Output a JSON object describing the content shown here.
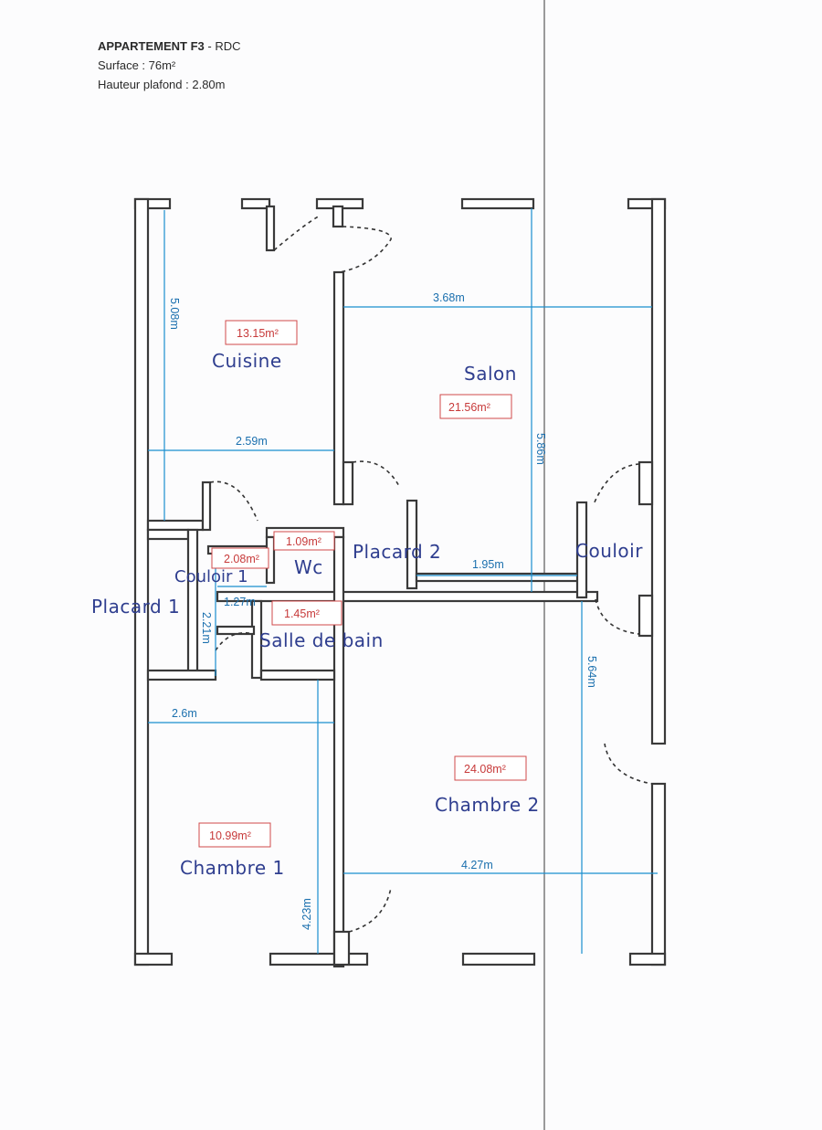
{
  "header": {
    "title_bold": "APPARTEMENT F3",
    "title_rest": " - RDC",
    "surface": "Surface : 76m²",
    "hauteur": "Hauteur plafond : 2.80m"
  },
  "rooms": {
    "cuisine": "Cuisine",
    "salon": "Salon",
    "placard2": "Placard  2",
    "couloir_right": "Couloir",
    "couloir1": "Couloir  1",
    "wc": "Wc",
    "placard1": "Placard  1",
    "sdb": "Salle de bain",
    "chambre1": "Chambre  1",
    "chambre2": "Chambre  2"
  },
  "areas": {
    "cuisine": "13.15m²",
    "salon": "21.56m²",
    "wc": "1.09m²",
    "couloir1": "2.08m²",
    "sdb": "1.45m²",
    "chambre1": "10.99m²",
    "chambre2": "24.08m²"
  },
  "dims": {
    "cuisine_h": "5.08m",
    "cuisine_w": "2.59m",
    "salon_w": "3.68m",
    "salon_h": "5.86m",
    "placard_w": "1.95m",
    "couloir1_w": "1.27m",
    "couloir1_h": "2.21m",
    "ch1_w": "2.6m",
    "ch1_h": "4.23m",
    "ch2_h": "5.64m",
    "ch2_w": "4.27m"
  }
}
